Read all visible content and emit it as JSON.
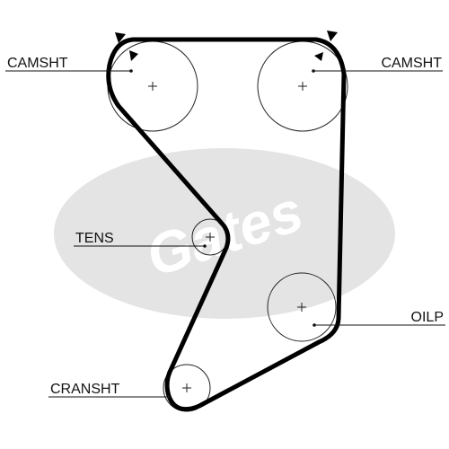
{
  "labels": {
    "camshaft_left": "CAMSHT",
    "camshaft_right": "CAMSHT",
    "tensioner": "TENS",
    "oil_pump": "OILP",
    "crankshaft": "CRANSHT"
  },
  "watermark": {
    "brand": "Gates"
  },
  "colors": {
    "belt": "#000000",
    "watermark": "#e4e4e4"
  }
}
